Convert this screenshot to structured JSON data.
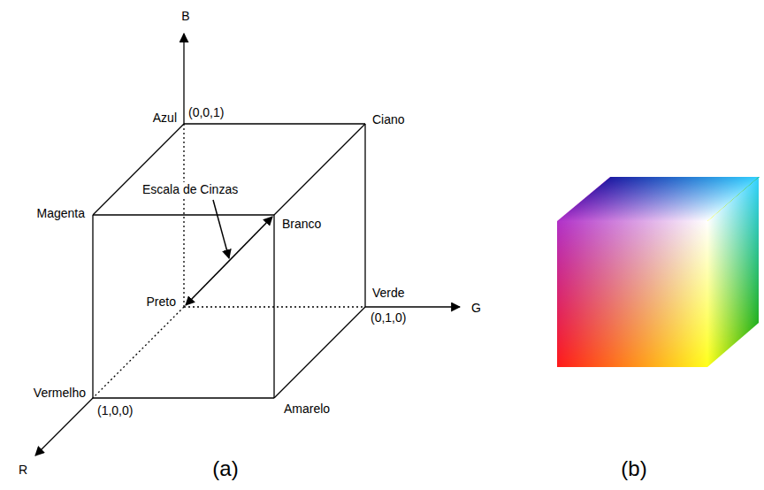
{
  "diagram": {
    "labels": [
      "B",
      "Azul",
      "(0,0,1)",
      "Ciano",
      "Magenta",
      "Escala de Cinzas",
      "Branco",
      "Preto",
      "Verde",
      "(0,1,0)",
      "Vermelho",
      "(1,0,0)",
      "Amarelo",
      "G",
      "R",
      "(a)",
      "(b)"
    ]
  }
}
